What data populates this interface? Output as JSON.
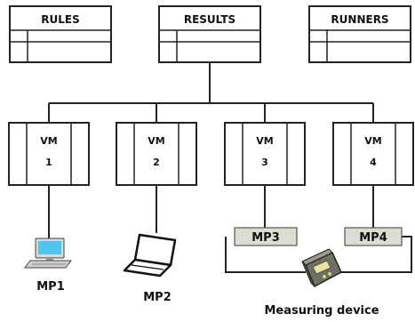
{
  "tables": [
    {
      "id": "rules",
      "label": "RULES"
    },
    {
      "id": "results",
      "label": "RESULTS"
    },
    {
      "id": "runners",
      "label": "RUNNERS"
    }
  ],
  "vms": [
    {
      "id": "vm1",
      "title": "VM",
      "number": "1"
    },
    {
      "id": "vm2",
      "title": "VM",
      "number": "2"
    },
    {
      "id": "vm3",
      "title": "VM",
      "number": "3"
    },
    {
      "id": "vm4",
      "title": "VM",
      "number": "4"
    }
  ],
  "measure_points": [
    {
      "id": "mp1",
      "label": "MP1",
      "icon": "desktop-computer-icon"
    },
    {
      "id": "mp2",
      "label": "MP2",
      "icon": "laptop-icon"
    },
    {
      "id": "mp3",
      "label": "MP3"
    },
    {
      "id": "mp4",
      "label": "MP4"
    }
  ],
  "measuring_device": {
    "label": "Measuring device",
    "icon": "measuring-device-icon"
  },
  "colors": {
    "line": "#222222",
    "table_fill": "#ffffff",
    "mp_fill": "#dcdcd2",
    "screen": "#4ec6f0",
    "device_body": "#6f6f63",
    "device_highlight": "#e8e2a0"
  }
}
